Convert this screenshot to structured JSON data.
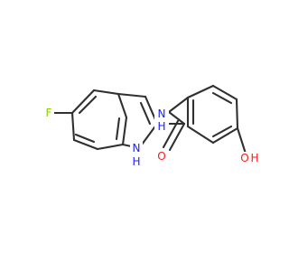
{
  "molecule": {
    "atoms": {
      "fluorine": {
        "label": "F",
        "color": "#8fcf00"
      },
      "indole_nitrogen": {
        "label": "N",
        "color": "#2020ff",
        "hydrogen": "H"
      },
      "amide_nitrogen": {
        "label": "N",
        "color": "#2020ff",
        "hydrogen": "H"
      },
      "carbonyl_oxygen": {
        "label": "O",
        "color": "#ff1a1a"
      },
      "hydroxyl_oxygen": {
        "label": "O",
        "color": "#ff1a1a",
        "hydrogen": "H"
      }
    },
    "bond_color": "#303030"
  }
}
